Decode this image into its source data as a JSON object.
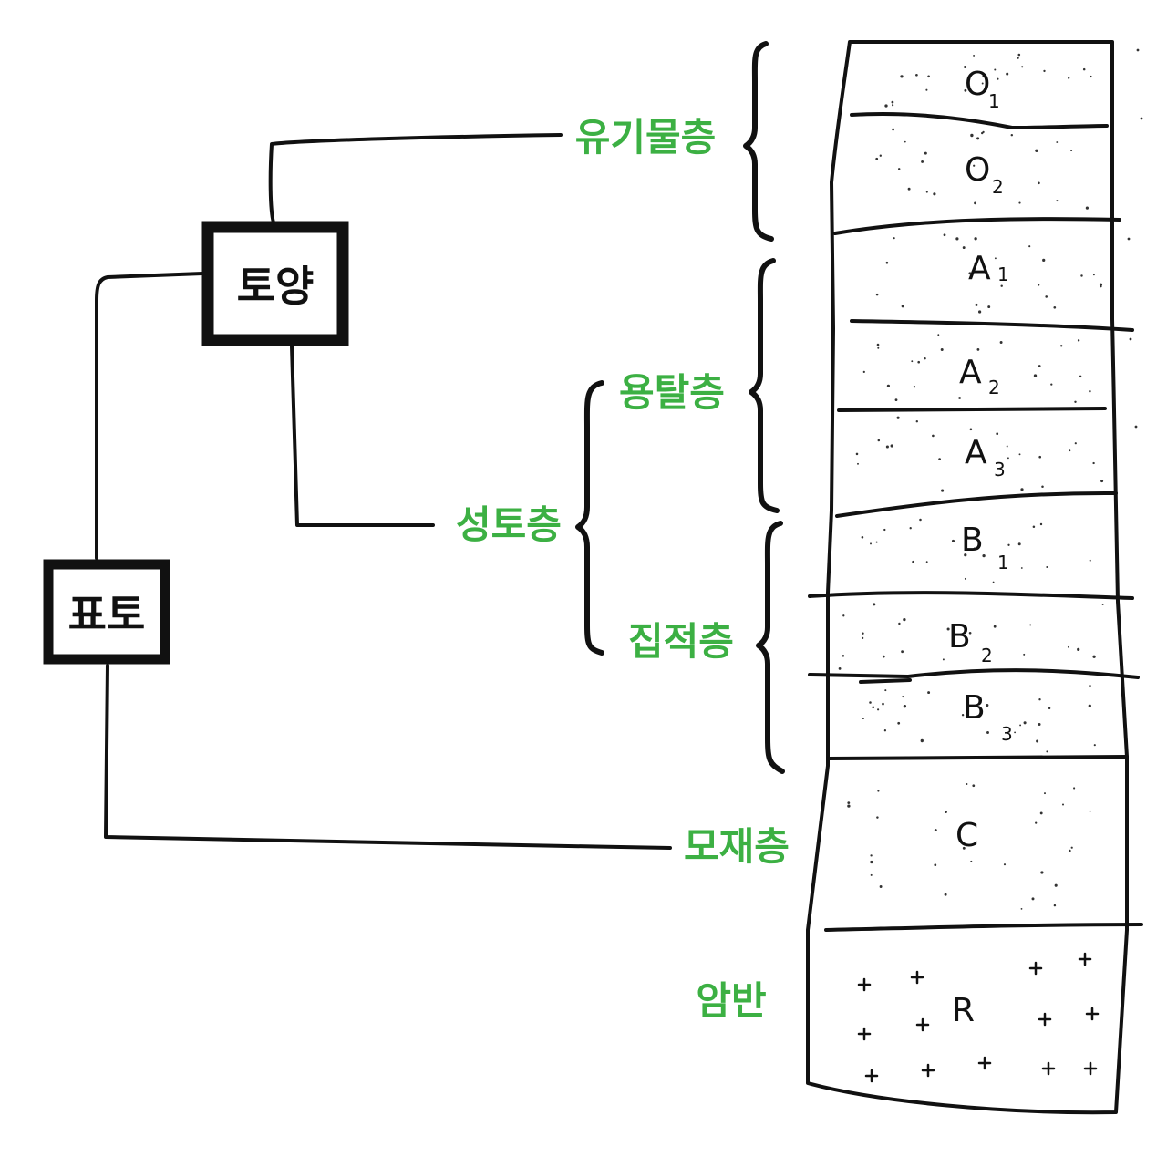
{
  "boxes": {
    "soil": "토양",
    "topsoil": "표토"
  },
  "labels": {
    "organic": "유기물층",
    "pedogenic": "성토층",
    "eluvial": "용탈층",
    "illuvial": "집적층",
    "parent": "모재층",
    "bedrock": "암반"
  },
  "horizons": [
    {
      "letter": "O",
      "sub": "1"
    },
    {
      "letter": "O",
      "sub": "2"
    },
    {
      "letter": "A",
      "sub": "1"
    },
    {
      "letter": "A",
      "sub": "2"
    },
    {
      "letter": "A",
      "sub": "3"
    },
    {
      "letter": "B",
      "sub": "1"
    },
    {
      "letter": "B",
      "sub": "2"
    },
    {
      "letter": "B",
      "sub": "3"
    },
    {
      "letter": "C",
      "sub": ""
    },
    {
      "letter": "R",
      "sub": ""
    }
  ],
  "colors": {
    "label_green": "#3cb043",
    "line": "#111111"
  }
}
